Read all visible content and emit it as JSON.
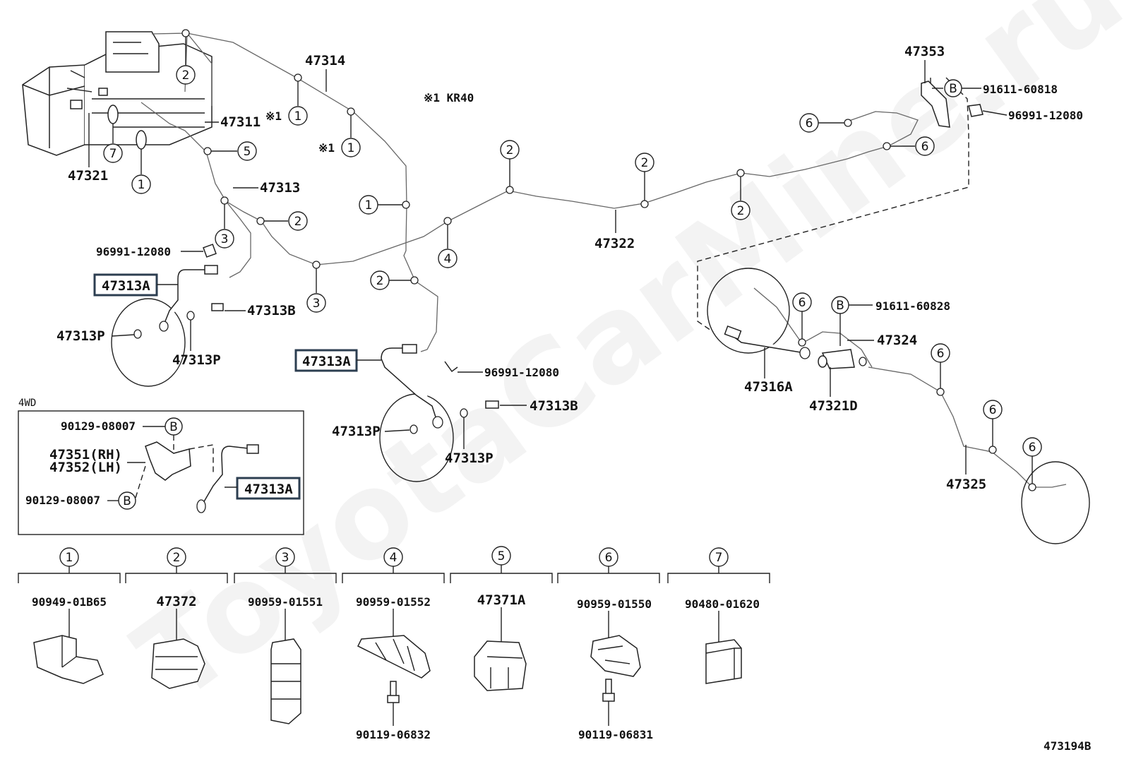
{
  "watermark": "ToyotaCarMine.ru",
  "note": "※1 KR40",
  "note_mark": "※1",
  "diagram_code": "473194B",
  "section_4wd": "4WD",
  "callouts": {
    "n1": "1",
    "n2": "2",
    "n3": "3",
    "n4": "4",
    "n5": "5",
    "n6": "6",
    "n7": "7",
    "b": "B"
  },
  "parts": {
    "p47314": "47314",
    "p47311": "47311",
    "p47321": "47321",
    "p47313": "47313",
    "p47322": "47322",
    "p47353": "47353",
    "p91611_60818": "91611-60818",
    "p96991_12080_a": "96991-12080",
    "p96991_12080_b": "96991-12080",
    "p96991_12080_c": "96991-12080",
    "p47313A_1": "47313A",
    "p47313A_2": "47313A",
    "p47313A_3": "47313A",
    "p47313B_1": "47313B",
    "p47313B_2": "47313B",
    "p47313P_1": "47313P",
    "p47313P_2": "47313P",
    "p47313P_3": "47313P",
    "p47313P_4": "47313P",
    "p91611_60828": "91611-60828",
    "p47324": "47324",
    "p47316A": "47316A",
    "p47321D": "47321D",
    "p47325": "47325",
    "p90129_08007_a": "90129-08007",
    "p90129_08007_b": "90129-08007",
    "p47351": "47351(RH)",
    "p47352": "47352(LH)"
  },
  "clamps": [
    {
      "num": "1",
      "part": "90949-01B65",
      "bolt": ""
    },
    {
      "num": "2",
      "part": "47372",
      "bolt": ""
    },
    {
      "num": "3",
      "part": "90959-01551",
      "bolt": ""
    },
    {
      "num": "4",
      "part": "90959-01552",
      "bolt": "90119-06832"
    },
    {
      "num": "5",
      "part": "47371A",
      "bolt": ""
    },
    {
      "num": "6",
      "part": "90959-01550",
      "bolt": "90119-06831"
    },
    {
      "num": "7",
      "part": "90480-01620",
      "bolt": ""
    }
  ]
}
